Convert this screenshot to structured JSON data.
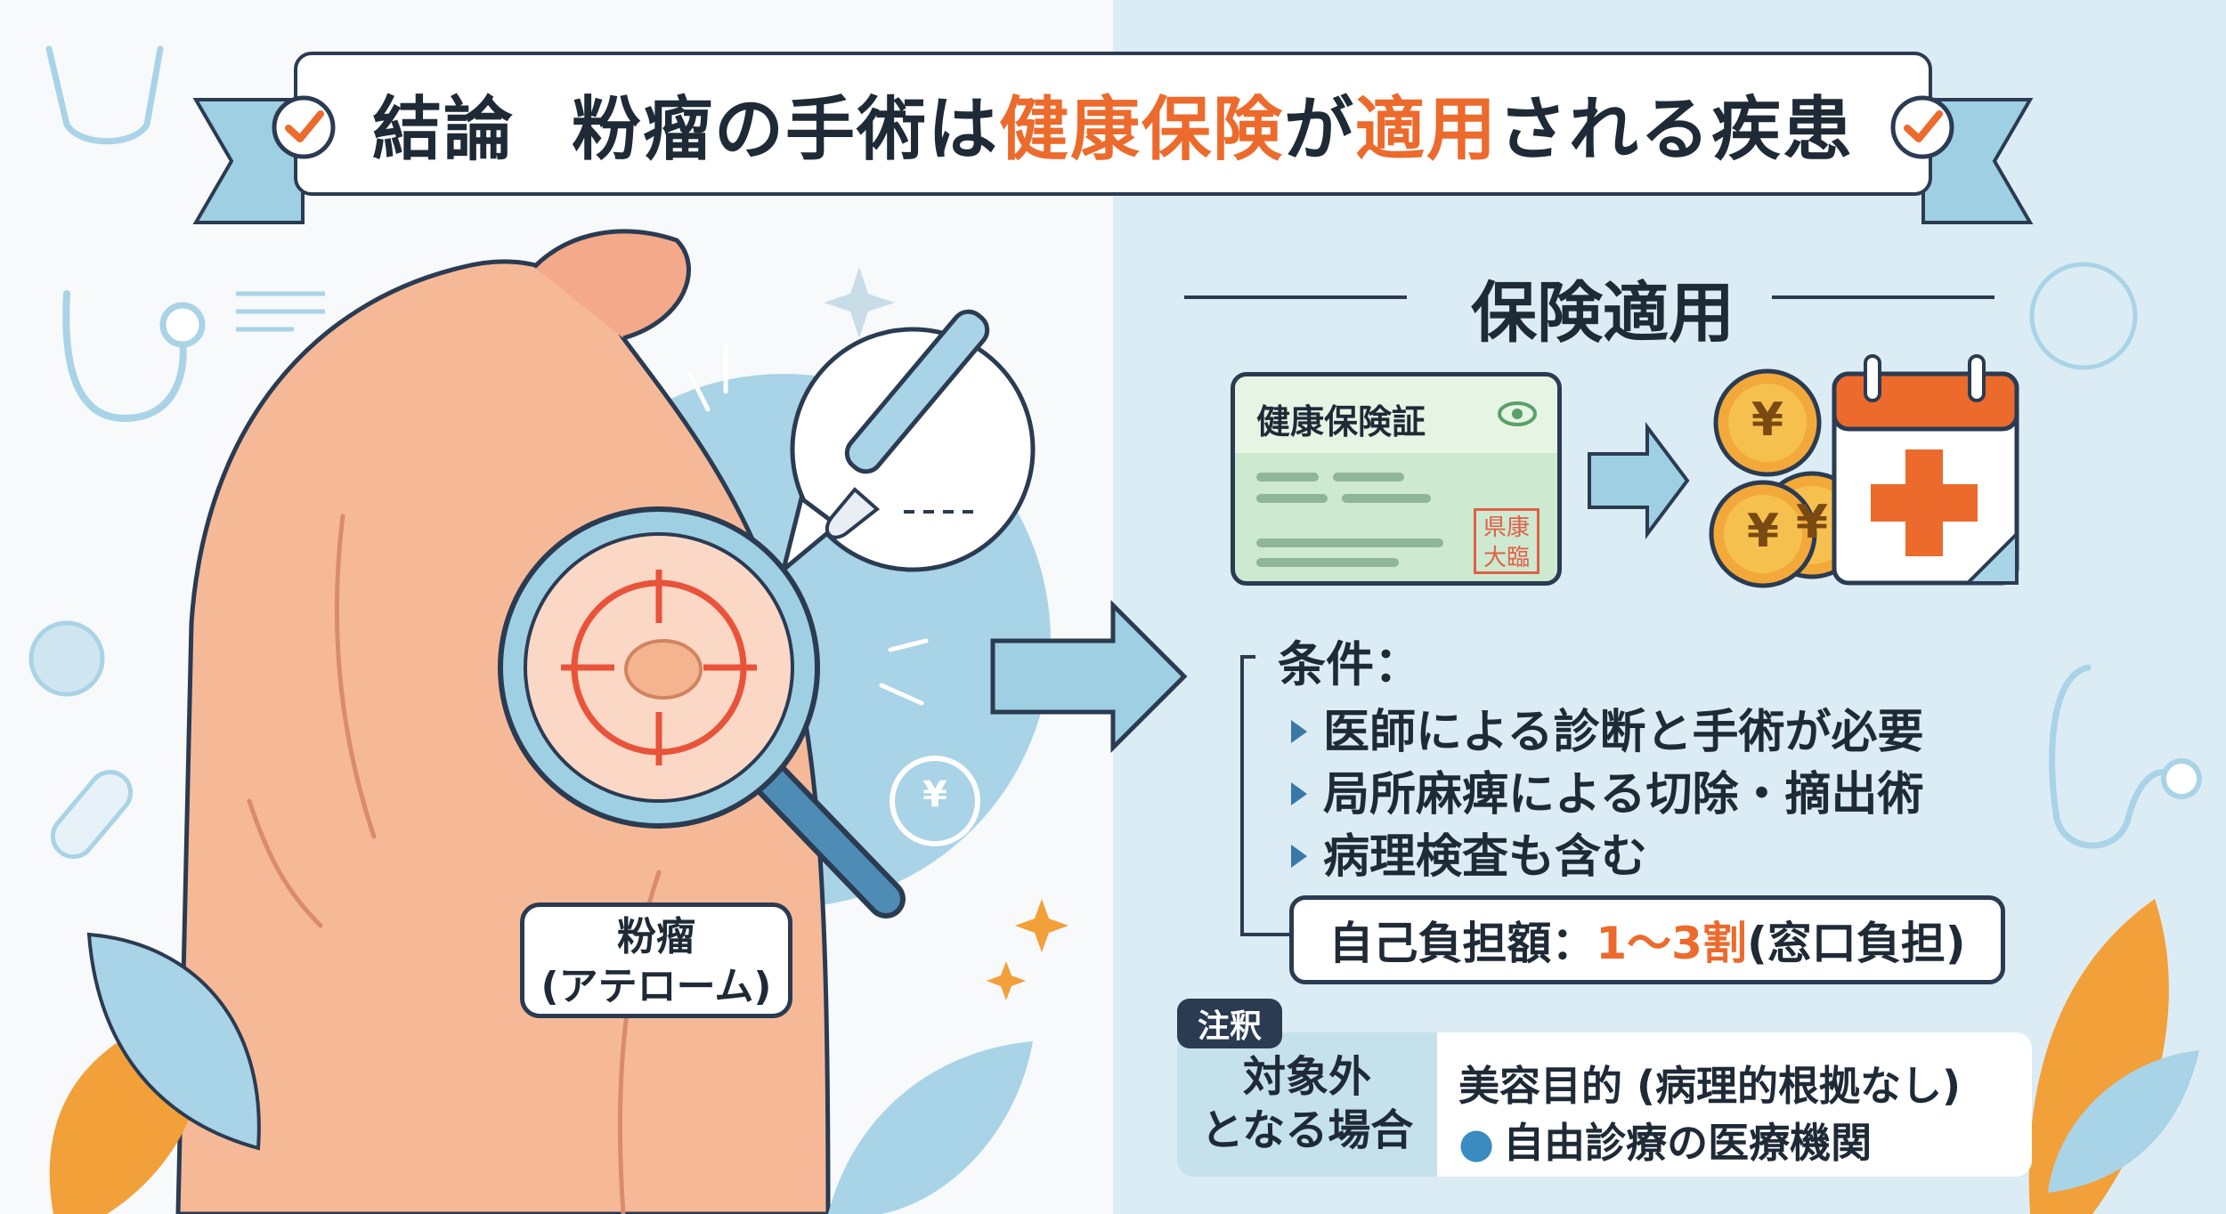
{
  "banner": {
    "part1": "結論",
    "part2": "粉瘤の手術は",
    "highlight1": "健康保険",
    "part3": "が",
    "highlight2": "適用",
    "part4": "される疾患"
  },
  "left": {
    "lump_label_line1": "粉瘤",
    "lump_label_line2": "(アテローム)"
  },
  "right": {
    "section_title": "保険適用",
    "card_title": "健康保険証",
    "stamp_text": "県康\n大臨",
    "yen_symbol": "¥",
    "conditions_title": "条件：",
    "conditions": [
      "医師による診断と手術が必要",
      "局所麻痺による切除・摘出術",
      "病理検査も含む"
    ],
    "cost_prefix": "自己負担額：",
    "cost_value": "1～3割",
    "cost_suffix": " (窓口負担)",
    "note_badge": "注釈",
    "excluded_label_line1": "対象外",
    "excluded_label_line2": "となる場合",
    "excluded_items": [
      "美容目的 (病理的根拠なし)",
      "自由診療の医療機関"
    ]
  },
  "colors": {
    "accent_orange": "#ec6a2c",
    "navy": "#2a3b52",
    "light_blue": "#a9d3e6",
    "skin": "#f6b998",
    "card_green": "#cde9cf"
  }
}
